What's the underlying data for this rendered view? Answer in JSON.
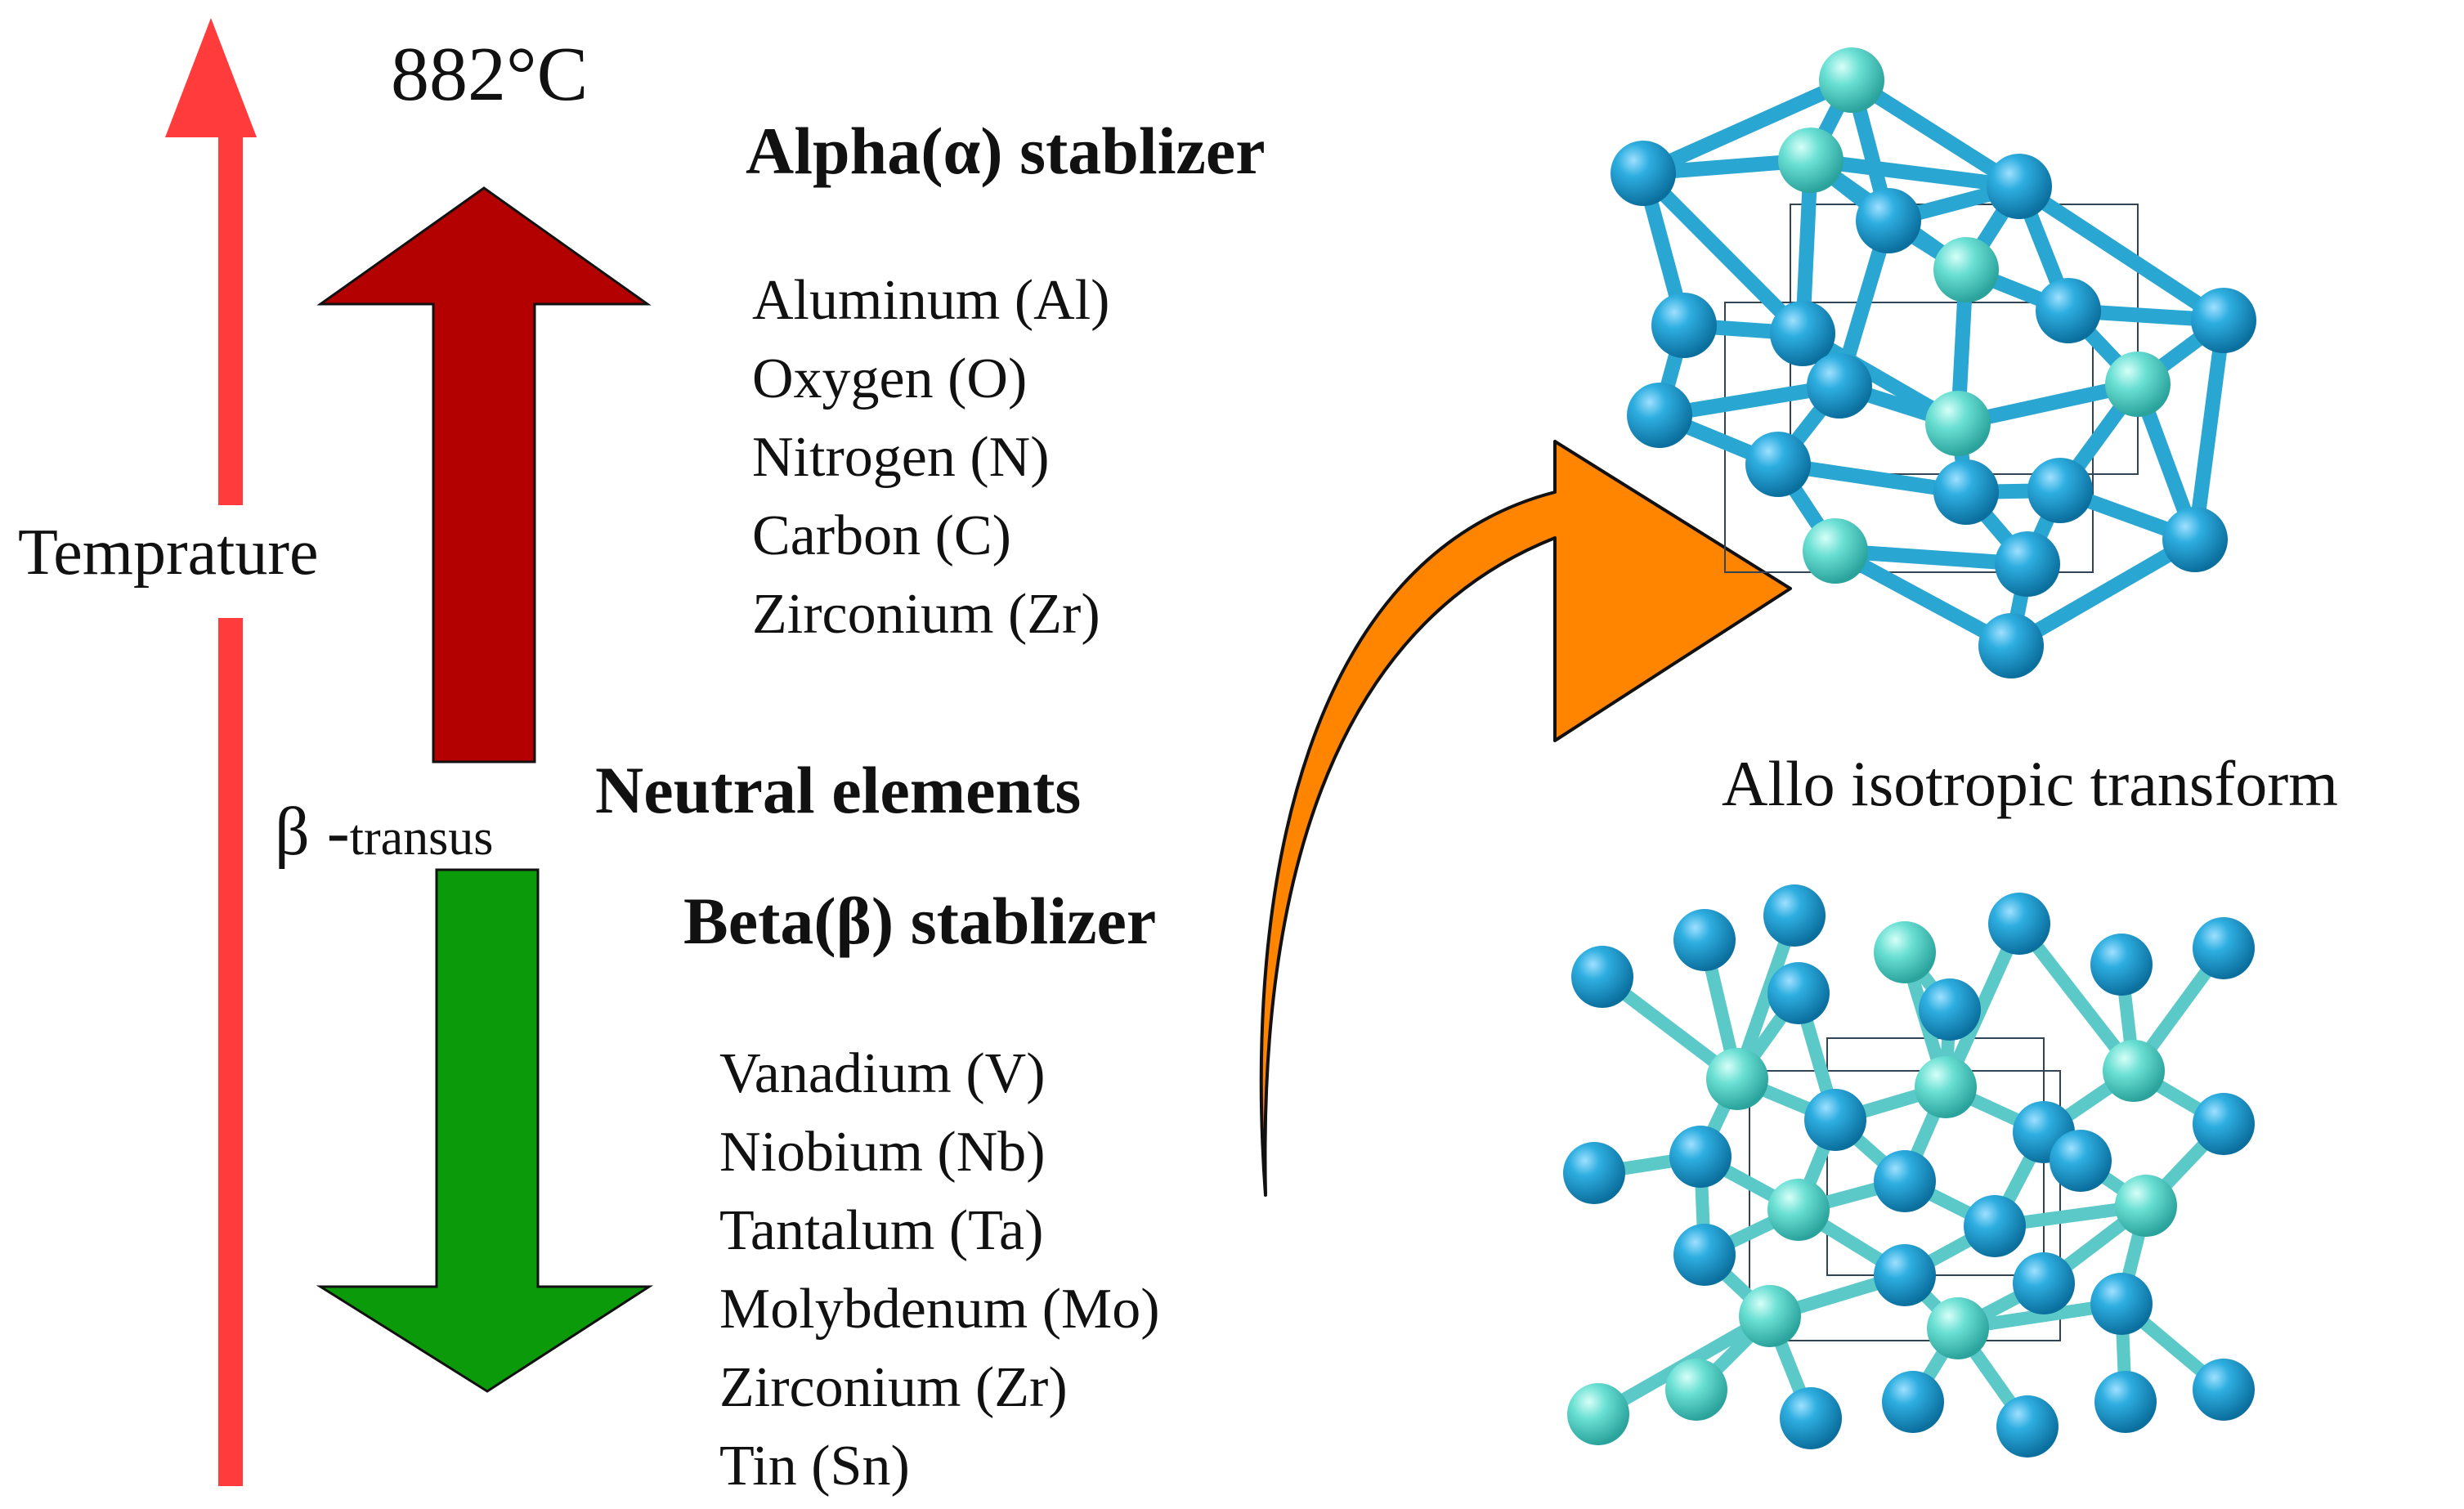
{
  "temperature": {
    "value": "882°C",
    "axis_label": "Temprature"
  },
  "transus": {
    "beta_symbol": "β -",
    "suffix": "transus"
  },
  "alpha": {
    "heading": "Alpha(α) stablizer",
    "elements": [
      "Aluminum (Al)",
      "Oxygen (O)",
      "Nitrogen (N)",
      "Carbon (C)",
      "Zirconium (Zr)"
    ]
  },
  "neutral": {
    "heading": "Neutral elements"
  },
  "beta": {
    "heading": "Beta(β) stablizer",
    "elements": [
      "Vanadium (V)",
      "Niobium (Nb)",
      "Tantalum (Ta)",
      "Molybdenum (Mo)",
      "Zirconium (Zr)",
      "Tin (Sn)"
    ]
  },
  "transform": {
    "label": "Allo isotropic transform"
  },
  "colors": {
    "temperature_arrow": "#ff3b3b",
    "alpha_arrow": "#b30000",
    "beta_arrow": "#0a9a0a",
    "transform_arrow": "#ff8400",
    "atom_dark": "#1e9ccc",
    "atom_light": "#5fd6cc",
    "bond_dark": "#2aa6d2",
    "bond_light": "#5cc9c9"
  },
  "icons": {
    "temperature_arrow": "up-arrow-icon",
    "alpha_arrow": "up-arrow-icon",
    "beta_arrow": "down-arrow-icon",
    "transform_arrow": "curved-arrow-icon",
    "hcp_structure": "crystal-lattice-icon",
    "bcc_structure": "crystal-lattice-icon"
  }
}
